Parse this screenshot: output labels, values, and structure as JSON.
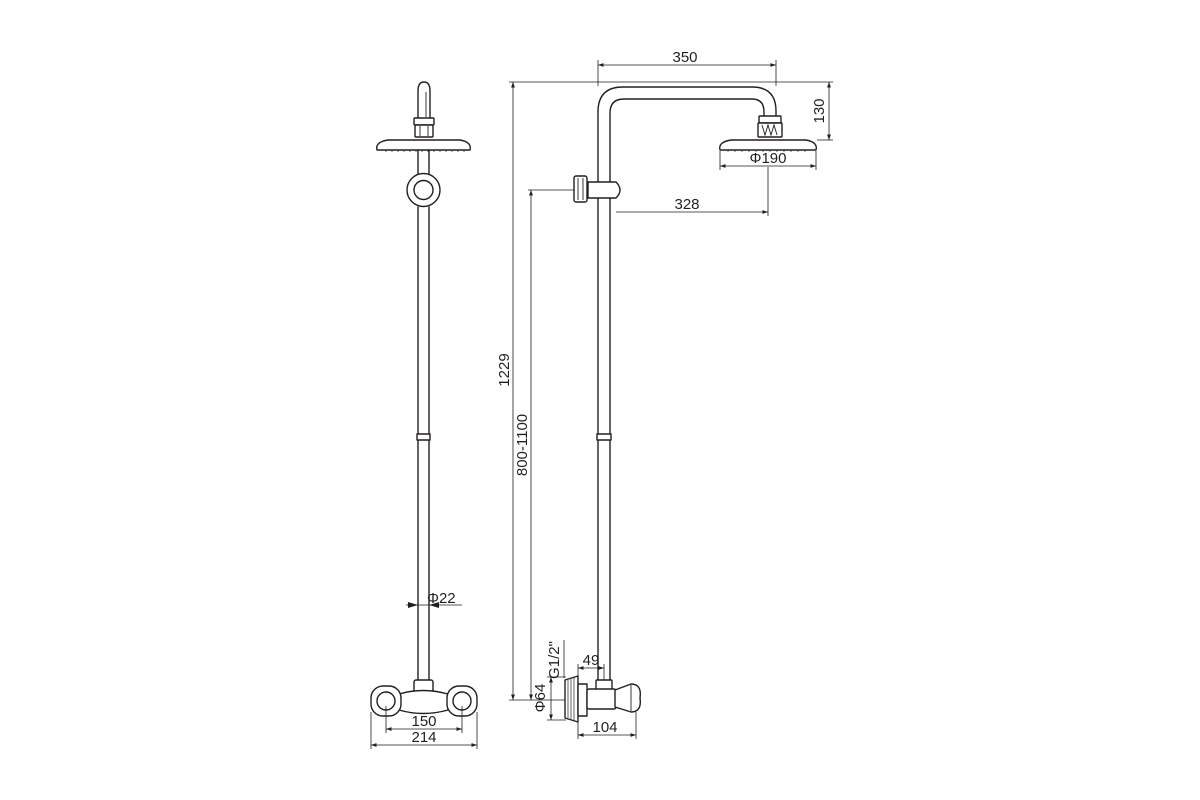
{
  "front_view": {
    "dimensions": {
      "pipe_diameter": "Φ22",
      "handle_spacing": "150",
      "mixer_width": "214"
    }
  },
  "side_view": {
    "dimensions": {
      "arm_reach": "350",
      "arm_drop": "130",
      "head_diameter": "Φ190",
      "holder_to_head": "328",
      "total_height": "1229",
      "holder_height": "800-1100",
      "inlet_thread": "G1/2\"",
      "flange_diameter": "Φ64",
      "pipe_offset": "49",
      "mixer_depth": "104"
    }
  }
}
